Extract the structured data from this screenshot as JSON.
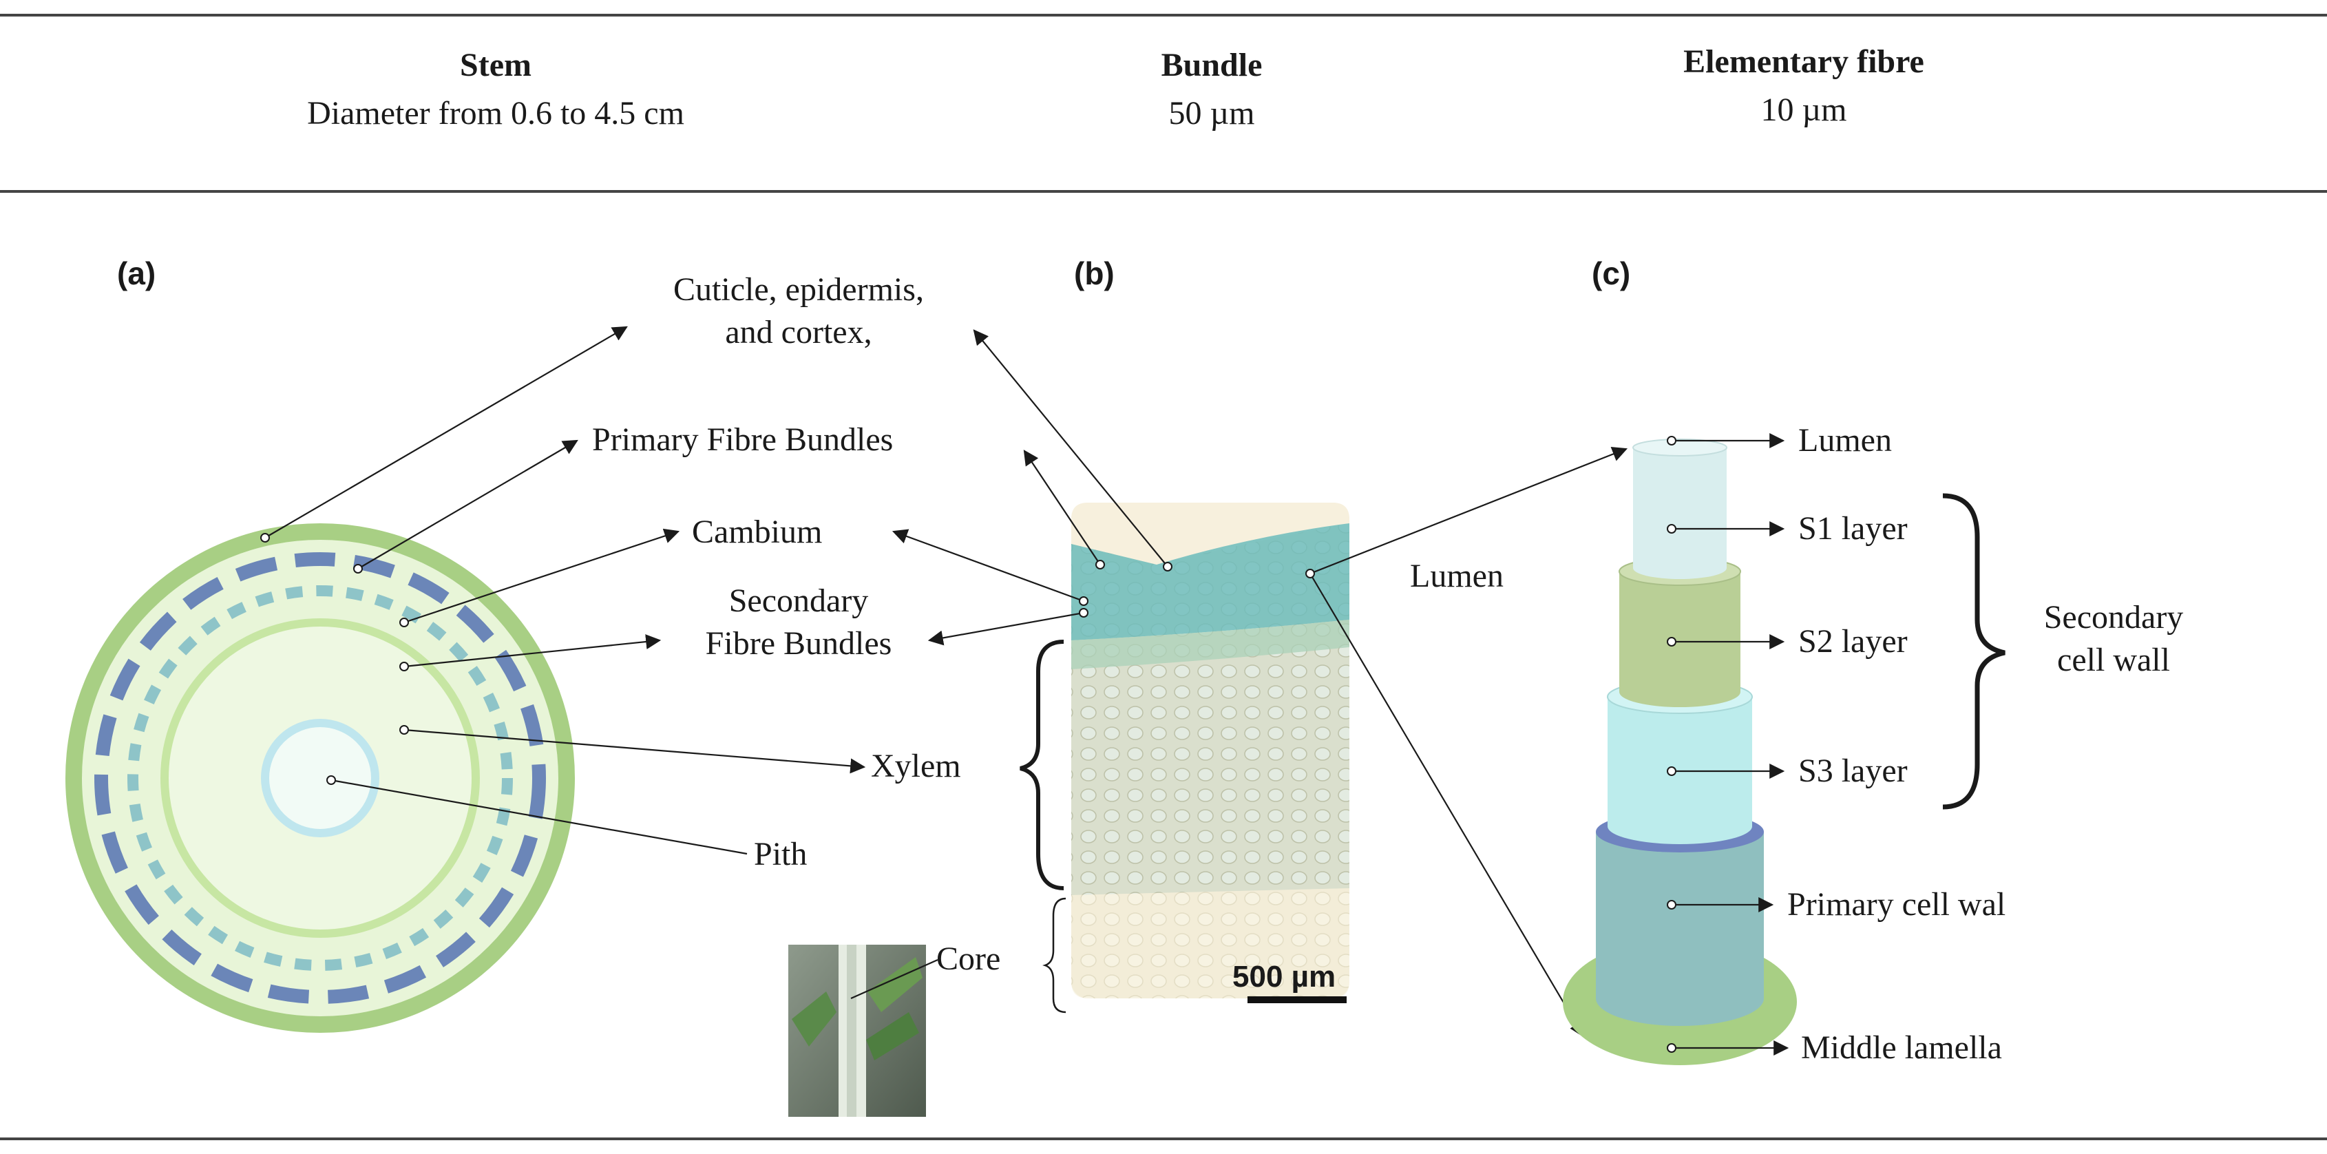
{
  "header": {
    "stem": {
      "title": "Stem",
      "value": "Diameter from 0.6 to 4.5 cm"
    },
    "bundle": {
      "title": "Bundle",
      "value": "50 µm"
    },
    "fibre": {
      "title": "Elementary fibre",
      "value": "10 µm"
    }
  },
  "panels": {
    "a": "(a)",
    "b": "(b)",
    "c": "(c)"
  },
  "labels": {
    "cuticle_line1": "Cuticle, epidermis,",
    "cuticle_line2": "and cortex,",
    "primary_bundles": "Primary Fibre Bundles",
    "cambium": "Cambium",
    "secondary_line1": "Secondary",
    "secondary_line2": "Fibre Bundles",
    "xylem": "Xylem",
    "pith": "Pith",
    "core": "Core",
    "lumen_b": "Lumen",
    "scale_bar": "500 µm"
  },
  "fibre_labels": {
    "lumen": "Lumen",
    "s1": "S1 layer",
    "s2": "S2 layer",
    "s3": "S3 layer",
    "secondary_line1": "Secondary",
    "secondary_line2": "cell wall",
    "primary_wall": "Primary cell wal",
    "middle_lamella": "Middle lamella"
  },
  "colors": {
    "outer_ring": "#a8cf84",
    "fibre_dash": "#6b86b8",
    "secondary_dash": "#8ec4c8",
    "stem_fill": "#e8f5d8",
    "xylem_ring": "#c7e6a3",
    "pith_ring": "#bfe6ee",
    "lumen_fill": "#d9eeee",
    "s2_fill": "#b9cf96",
    "s3_fill": "#bcecec",
    "primary_wall_fill": "#8fbfbf",
    "primary_wall_rim": "#6f84c0",
    "lamella_fill": "#a8cf84"
  }
}
